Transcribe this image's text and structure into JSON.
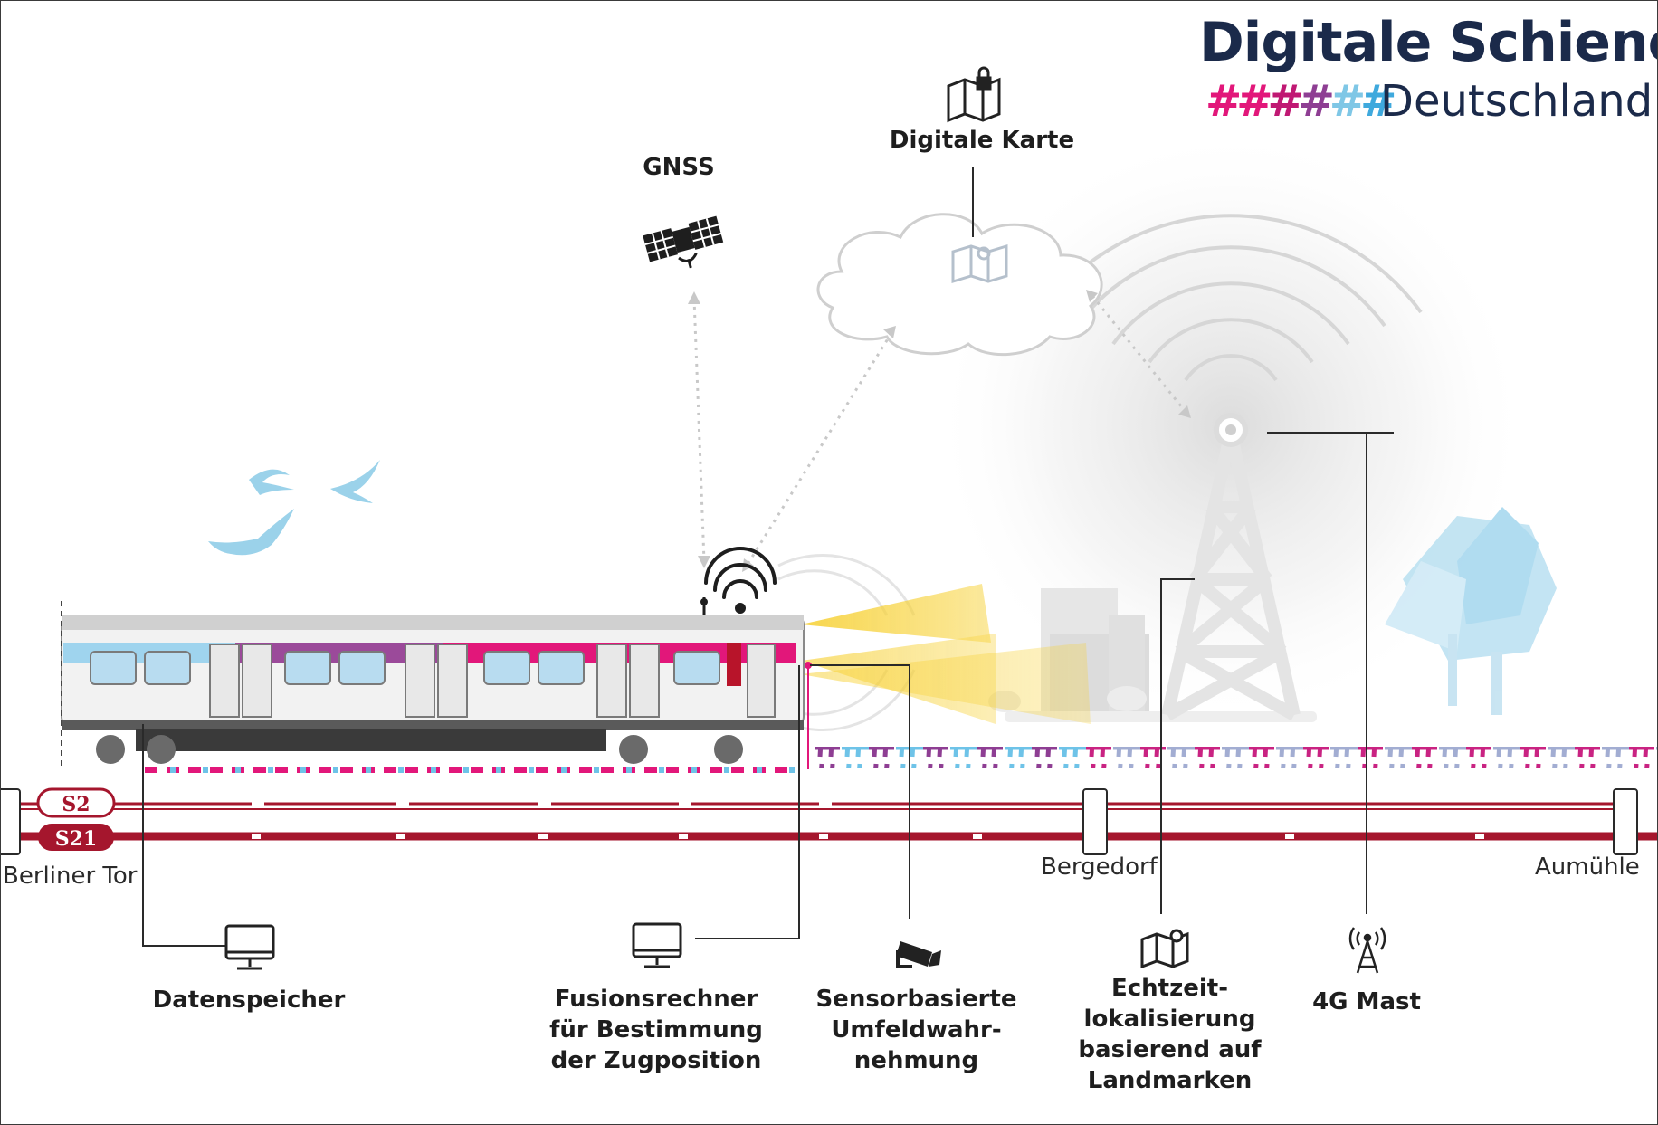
{
  "brand": {
    "title": "Digitale Schiene",
    "hashes": "######",
    "subtitle": "Deutschland",
    "hash_colors": [
      "#e2177a",
      "#e2177a",
      "#c01873",
      "#8e3e93",
      "#7fc7e6",
      "#3fa9dd"
    ],
    "navy": "#1b2a4a"
  },
  "components": {
    "gnss": {
      "label": "GNSS",
      "icon": "satellite-icon"
    },
    "digital_map": {
      "label": "Digitale Karte",
      "icon": "map-lock-icon"
    },
    "data_storage": {
      "label": "Datenspeicher",
      "icon": "monitor-icon"
    },
    "fusion_computer": {
      "lines": [
        "Fusionsrechner",
        "für Bestimmung",
        "der Zugposition"
      ],
      "icon": "monitor-icon"
    },
    "sensor_perception": {
      "lines": [
        "Sensorbasierte",
        "Umfeldwahr-",
        "nehmung"
      ],
      "icon": "camera-icon"
    },
    "realtime_localization": {
      "lines": [
        "Echtzeit-",
        "lokalisierung",
        "basierend auf",
        "Landmarken"
      ],
      "icon": "map-pin-icon"
    },
    "mast_4g": {
      "label": "4G Mast",
      "icon": "antenna-icon"
    }
  },
  "lines": {
    "s2": {
      "label": "S2",
      "color": "#a5162d"
    },
    "s21": {
      "label": "S21",
      "color": "#a5162d"
    }
  },
  "stations": [
    "Berliner Tor",
    "Bergedorf",
    "Aumühle"
  ],
  "colors": {
    "line_red": "#a5162d",
    "sensor_yellow": "#f7d23a",
    "sky_blue": "#8ccbe6",
    "hash_pink": "#e2177a",
    "hash_purple": "#8e3e93",
    "hash_cyan": "#6ec3e8"
  }
}
